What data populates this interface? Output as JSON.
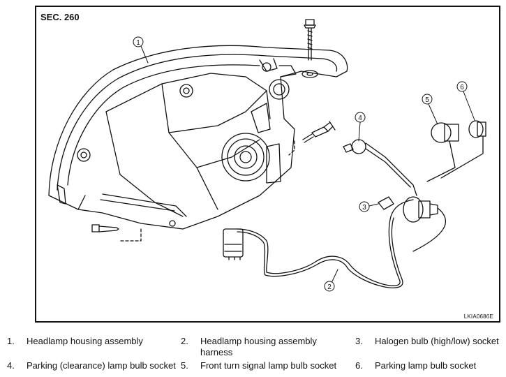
{
  "figure": {
    "section_label": "SEC. 260",
    "figure_code": "LKIA0686E",
    "callouts": [
      "1",
      "2",
      "3",
      "4",
      "5",
      "6"
    ]
  },
  "legend": [
    {
      "num": "1.",
      "text": "Headlamp housing assembly"
    },
    {
      "num": "2.",
      "text": "Headlamp housing assembly harness"
    },
    {
      "num": "3.",
      "text": "Halogen bulb (high/low) socket"
    },
    {
      "num": "4.",
      "text": "Parking (clearance) lamp bulb socket"
    },
    {
      "num": "5.",
      "text": "Front turn signal lamp bulb socket"
    },
    {
      "num": "6.",
      "text": "Parking lamp bulb socket"
    }
  ]
}
